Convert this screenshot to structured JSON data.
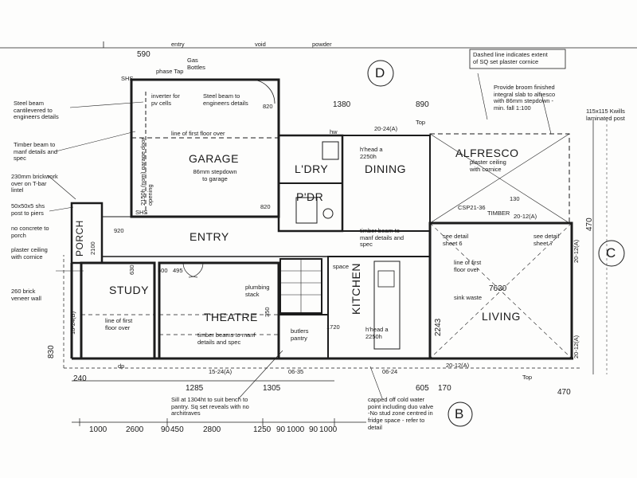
{
  "rooms": {
    "garage": "GARAGE",
    "entry": "ENTRY",
    "study": "STUDY",
    "theatre": "THEATRE",
    "ldry": "L'DRY",
    "pdr": "P'DR",
    "dining": "DINING",
    "alfresco": "ALFRESCO",
    "living": "LIVING",
    "kitchen": "KITCHEN",
    "porch": "PORCH",
    "butlers": "butlers\npantry"
  },
  "markers": {
    "d": "D",
    "c": "C",
    "b": "B"
  },
  "notes": {
    "steel_beam": "Steel beam\ncantilevered to\nengineers details",
    "timber_beam_left": "Timber beam to\nmanf details and\nspec",
    "brickwork": "230mm brickwork\nover on T-bar\nlintel",
    "shs_post": "50x50x5 shs\npost to piers",
    "no_concrete": "no concrete to\nporch",
    "plaster_ceiling_cornice": "plaster ceiling\nwith cornice",
    "brick_veneer": "260 brick\nveneer wall",
    "inverter": "inverter for\npv cells",
    "steel_beam_garage": "Steel beam to\nengineers details",
    "line_first_floor_garage": "line of first floor over",
    "garage_step": "86mm stepdown\nto garage",
    "gas_bottles": "Gas\nBottles",
    "phase_tap": "phase Tap",
    "dashed_line": "Dashed line indicates extent\nof SQ set plaster cornice",
    "broom_finished": "Provide broom finished\nintegral slab to alfresco\nwith 86mm stepdown -\nmin. fall 1:100",
    "kwills": "115x115 Kwills\nlaminated post",
    "alfresco_ceiling": "plaster ceiling\nwith cornice",
    "see_detail_6": "see detail\nsheet 6",
    "see_detail_7": "see detail\nsheet 7",
    "line_first_floor_living": "line of first\nfloor over",
    "timber_beam_dining": "timber beam to\nmanf details and\nspec",
    "line_first_floor_study": "line of first\nfloor over",
    "timber_beams_theatre": "timber beams to manf\ndetails and spec",
    "plumbing_stack": "plumbing\nstack",
    "sink_waste": "sink waste",
    "hhead_dining": "h'head a\n2250h",
    "hhead_kitchen": "h'head a\n2250h",
    "sill": "Sill at 1304ht to suit bench to\npantry. Sq set reveals with no\narchitraves",
    "capped_off": "capped off cold water\npoint including duo valve\n-No stud zone centred in\nfridge space - refer to\ndetail",
    "door_opening": "2150h (nom) garage\ndoor opening",
    "timber_label": "TIMBER",
    "csp": "CSP21-36",
    "spaces": "space"
  },
  "dimensions": {
    "d590": "590",
    "d1380": "1380",
    "d890": "890",
    "d820a": "820",
    "d820b": "820",
    "d920": "920",
    "d500": "500",
    "d495": "495",
    "d630": "630",
    "d350": "350",
    "d1720": "1720",
    "d130": "130",
    "d7630": "7630",
    "d2243": "2243",
    "d470a": "470",
    "d470b": "470",
    "d830": "830",
    "d240": "240",
    "d1285": "1285",
    "d1305": "1305",
    "d605": "605",
    "d170": "170",
    "d2100": "2100",
    "bottom_row": [
      "1000",
      "2600",
      "90",
      "450",
      "2800",
      "1250",
      "90",
      "1000",
      "90",
      "1000"
    ],
    "top_row": [
      "entry",
      "void",
      "powder"
    ]
  },
  "beams": {
    "b20_24a": "20-24(A)",
    "b15_24a": "15-24(A)",
    "b06_35": "06-35",
    "b06_24": "06-24",
    "b20_12a_top": "20-12(A)",
    "b20_12a_r1": "20-12(A)",
    "b20_12a_r2": "20-12(A)",
    "b20_12a_bot": "20-12(A)",
    "b18_24b": "18-24(B)",
    "top": "Top",
    "top2": "Top",
    "dp": "dp",
    "shs": "SHS",
    "shs2": "SHS",
    "hw": "hw"
  }
}
